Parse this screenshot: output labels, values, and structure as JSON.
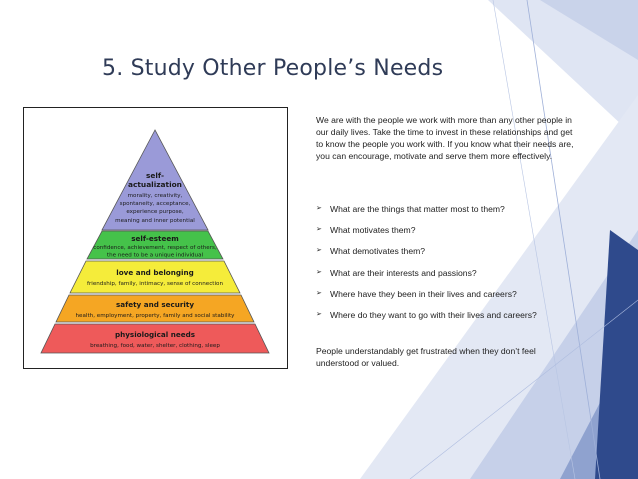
{
  "slide": {
    "title": "5. Study Other People’s Needs",
    "intro": "We are with the people we work with more than any other people in our daily lives. Take the time to invest in these relationships and get to know the people you work with.  If you know what their needs are, you can encourage, motivate and serve them more effectively.",
    "bullets": [
      "What are the things that matter most to them?",
      "What motivates them?",
      "What demotivates them?",
      "What are their interests and passions?",
      "Where have they been in their lives and careers?",
      "Where do they want to go with their lives and careers?"
    ],
    "closing": "People understandably get frustrated when they don’t feel understood or valued.",
    "bullet_glyph": "➢"
  },
  "pyramid": {
    "levels": [
      {
        "title": "self-",
        "title2": "actualization",
        "lines": [
          "morality, creativity,",
          "spontaneity, acceptance,",
          "experience purpose,",
          "meaning and inner potential"
        ],
        "color": "#9a9ad8"
      },
      {
        "title": "self-esteem",
        "lines": [
          "confidence, achievement, respect of others,",
          "the need to be a unique individual"
        ],
        "color": "#45c24a"
      },
      {
        "title": "love and belonging",
        "lines": [
          "friendship, family, intimacy, sense of connection"
        ],
        "color": "#f5ec3a"
      },
      {
        "title": "safety and security",
        "lines": [
          "health, employment, property, family and social stability"
        ],
        "color": "#f5a623"
      },
      {
        "title": "physiological needs",
        "lines": [
          "breathing, food, water, shelter, clothing, sleep"
        ],
        "color": "#ee5a5a"
      }
    ]
  },
  "theme": {
    "title_color": "#2f3b57",
    "accent_blue": "#2f4a8c",
    "accent_light": "#c7d1ea"
  }
}
